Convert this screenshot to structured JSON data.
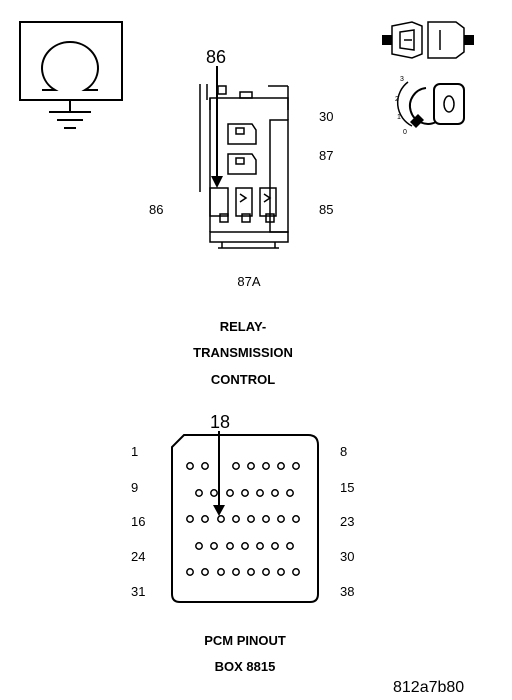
{
  "relay": {
    "arrow_label": "86",
    "pins": {
      "p30": "30",
      "p87": "87",
      "p86": "86",
      "p85": "85",
      "p87a": "87A"
    },
    "title_lines": [
      "RELAY-",
      "TRANSMISSION",
      "CONTROL"
    ]
  },
  "pcm": {
    "arrow_label": "18",
    "left_labels": [
      "1",
      "9",
      "16",
      "24",
      "31"
    ],
    "right_labels": [
      "8",
      "15",
      "23",
      "30",
      "38"
    ],
    "title_lines": [
      "PCM PINOUT",
      "BOX 8815"
    ]
  },
  "key": {
    "positions": [
      "3",
      "2",
      "1",
      "0"
    ]
  },
  "figure_id": "812a7b80"
}
